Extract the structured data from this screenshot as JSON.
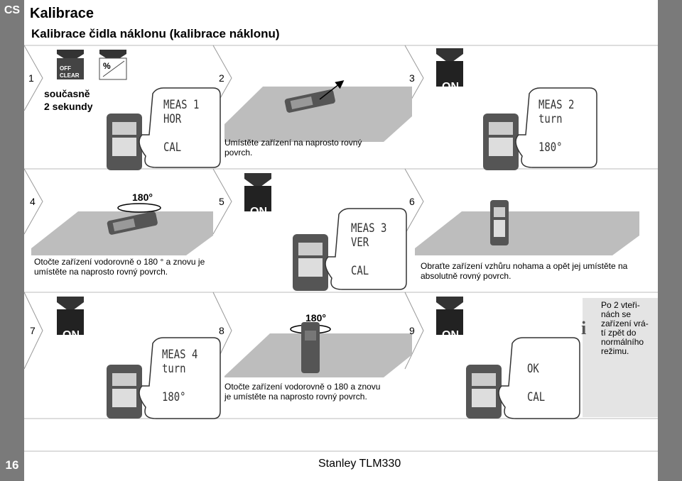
{
  "header": {
    "lang": "CS",
    "title": "Kalibrace",
    "subtitle": "Kalibrace čidla náklonu (kalibrace náklonu)"
  },
  "footer": {
    "page": "16",
    "product": "Stanley TLM330"
  },
  "steps": {
    "s1": {
      "num": "1",
      "text_line1": "současně",
      "text_line2": "2 sekundy",
      "off_label": "OFF",
      "clear_label": "CLEAR",
      "pct_label": "%",
      "lcd1": "MEAS 1",
      "lcd2": "HOR",
      "lcd3": "CAL"
    },
    "s2": {
      "num": "2",
      "caption_line1": "Umístěte zařízení na naprosto rovný",
      "caption_line2": "povrch."
    },
    "s3": {
      "num": "3",
      "on_label": "ON",
      "lcd1": "MEAS 2",
      "lcd2": "turn",
      "lcd3": "180°"
    },
    "s4": {
      "num": "4",
      "angle": "180°",
      "caption_line1": "Otočte zařízení vodorovně o 180 ° a znovu je",
      "caption_line2": "umístěte na naprosto rovný povrch."
    },
    "s5": {
      "num": "5",
      "on_label": "ON",
      "lcd1": "MEAS 3",
      "lcd2": "VER",
      "lcd3": "CAL"
    },
    "s6": {
      "num": "6",
      "caption_line1": "Obraťte zařízení vzhůru nohama a opět jej umístěte na",
      "caption_line2": "absolutně rovný povrch."
    },
    "s7": {
      "num": "7",
      "on_label": "ON",
      "lcd1": "MEAS 4",
      "lcd2": "turn",
      "lcd3": "180°"
    },
    "s8": {
      "num": "8",
      "angle": "180°",
      "caption_line1": "Otočte zařízení vodorovně o 180  a znovu",
      "caption_line2": "je umístěte na naprosto rovný povrch."
    },
    "s9": {
      "num": "9",
      "on_label": "ON",
      "lcd1": "OK",
      "lcd2": "CAL"
    }
  },
  "info": {
    "icon": "i",
    "line1": "Po 2 vteři-",
    "line2": "nách se",
    "line3": "zařízení vrá-",
    "line4": "tí zpět do",
    "line5": "normálního",
    "line6": "režimu."
  }
}
